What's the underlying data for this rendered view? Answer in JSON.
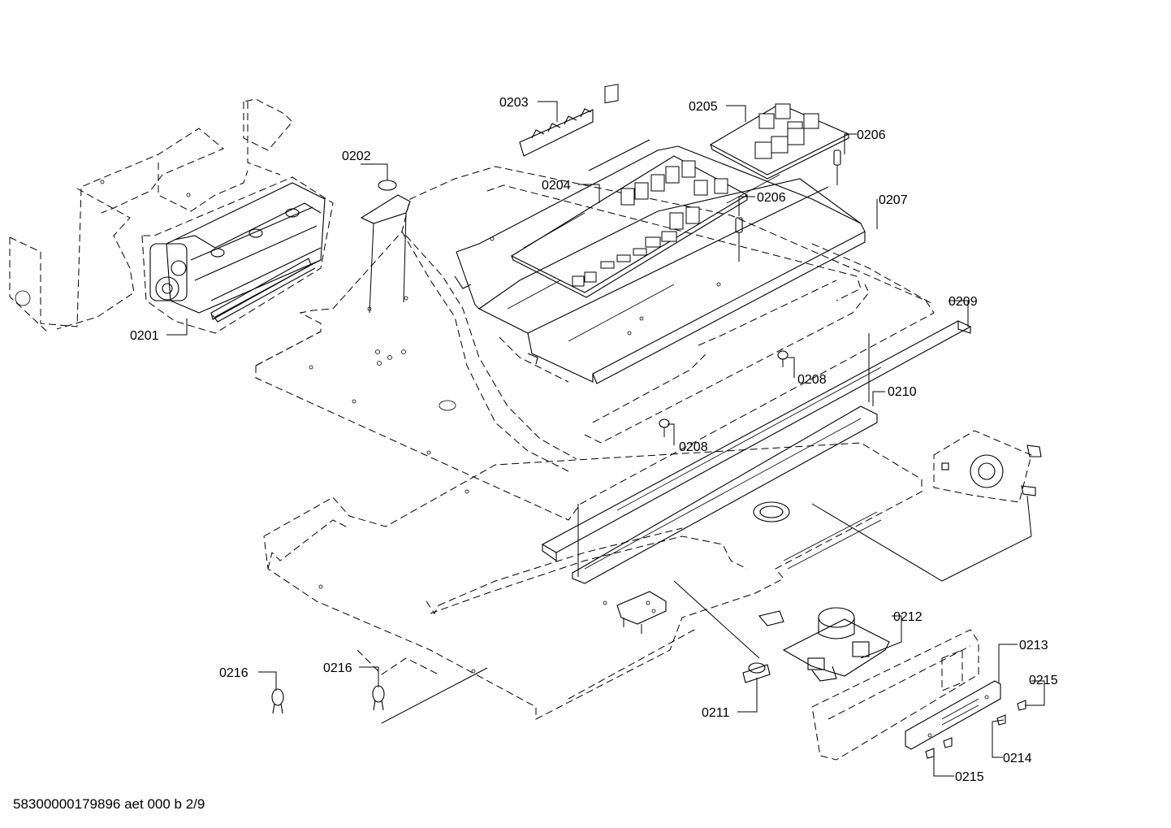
{
  "document": {
    "footer_text": "58300000179896 aet 000 b 2/9"
  },
  "callouts": [
    {
      "id": "c0201",
      "text": "0201"
    },
    {
      "id": "c0202",
      "text": "0202"
    },
    {
      "id": "c0203",
      "text": "0203"
    },
    {
      "id": "c0204",
      "text": "0204"
    },
    {
      "id": "c0205",
      "text": "0205"
    },
    {
      "id": "c0206a",
      "text": "0206"
    },
    {
      "id": "c0206b",
      "text": "0206"
    },
    {
      "id": "c0207",
      "text": "0207"
    },
    {
      "id": "c0208a",
      "text": "0208"
    },
    {
      "id": "c0208b",
      "text": "0208"
    },
    {
      "id": "c0209",
      "text": "0209"
    },
    {
      "id": "c0210",
      "text": "0210"
    },
    {
      "id": "c0211",
      "text": "0211"
    },
    {
      "id": "c0212",
      "text": "0212"
    },
    {
      "id": "c0213",
      "text": "0213"
    },
    {
      "id": "c0214",
      "text": "0214"
    },
    {
      "id": "c0215a",
      "text": "0215"
    },
    {
      "id": "c0215b",
      "text": "0215"
    },
    {
      "id": "c0216a",
      "text": "0216"
    },
    {
      "id": "c0216b",
      "text": "0216"
    }
  ]
}
